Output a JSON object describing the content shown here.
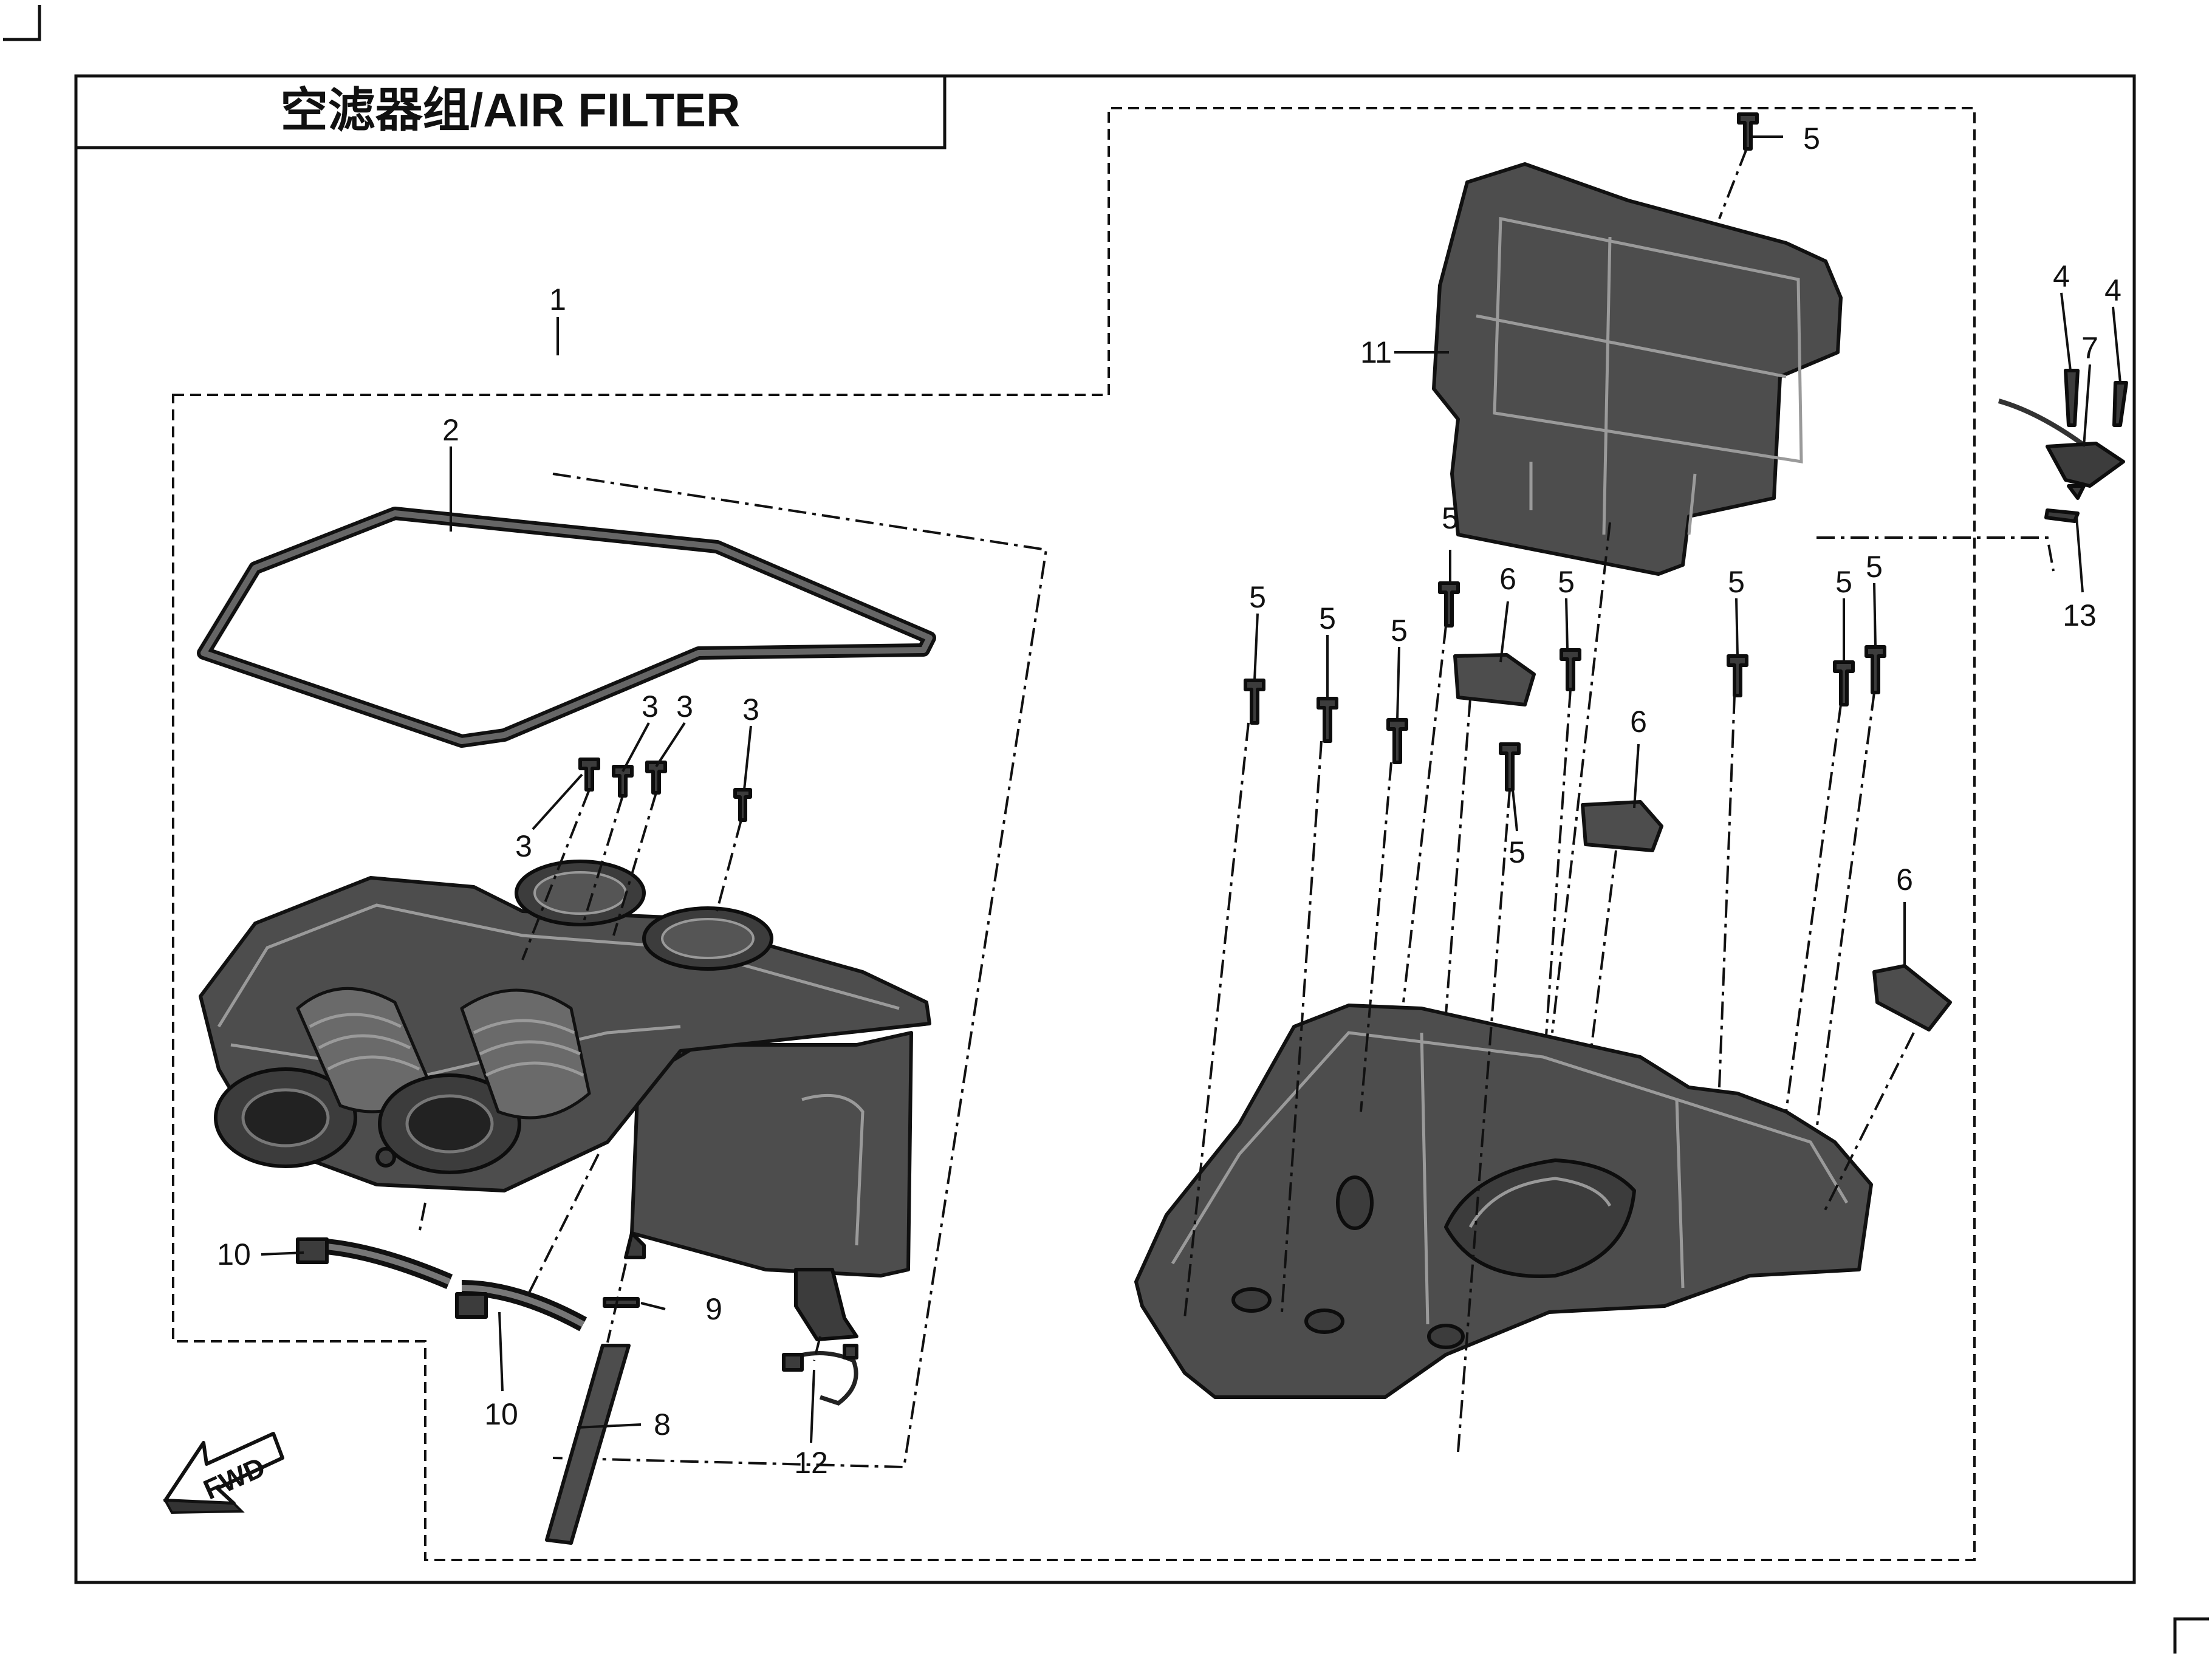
{
  "title": "空滤器组/AIR FILTER",
  "fwd_label": "FWD",
  "callouts": [
    {
      "id": "c1",
      "label": "1"
    },
    {
      "id": "c2",
      "label": "2"
    },
    {
      "id": "c3a",
      "label": "3"
    },
    {
      "id": "c3b",
      "label": "3"
    },
    {
      "id": "c3c",
      "label": "3"
    },
    {
      "id": "c3d",
      "label": "3"
    },
    {
      "id": "c4a",
      "label": "4"
    },
    {
      "id": "c4b",
      "label": "4"
    },
    {
      "id": "c5a",
      "label": "5"
    },
    {
      "id": "c5b",
      "label": "5"
    },
    {
      "id": "c5c",
      "label": "5"
    },
    {
      "id": "c5d",
      "label": "5"
    },
    {
      "id": "c5e",
      "label": "5"
    },
    {
      "id": "c5f",
      "label": "5"
    },
    {
      "id": "c5g",
      "label": "5"
    },
    {
      "id": "c5h",
      "label": "5"
    },
    {
      "id": "c5i",
      "label": "5"
    },
    {
      "id": "c5j",
      "label": "5"
    },
    {
      "id": "c6a",
      "label": "6"
    },
    {
      "id": "c6b",
      "label": "6"
    },
    {
      "id": "c6c",
      "label": "6"
    },
    {
      "id": "c7",
      "label": "7"
    },
    {
      "id": "c8",
      "label": "8"
    },
    {
      "id": "c9",
      "label": "9"
    },
    {
      "id": "c10a",
      "label": "10"
    },
    {
      "id": "c10b",
      "label": "10"
    },
    {
      "id": "c11",
      "label": "11"
    },
    {
      "id": "c12",
      "label": "12"
    },
    {
      "id": "c13",
      "label": "13"
    }
  ]
}
